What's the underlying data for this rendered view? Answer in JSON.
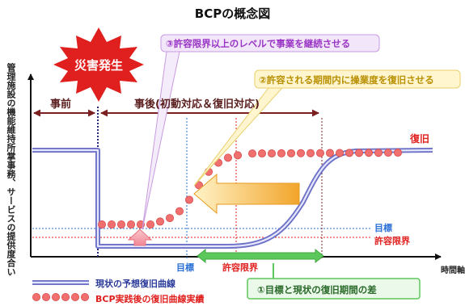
{
  "diagram": {
    "title": "BCPの概念図",
    "burst_label": "災害発生",
    "callout_3": "③許容限界以上のレベルで事業を継続させる",
    "callout_2": "②許容される期間内に操業度を復旧させる",
    "phase_before": "事前",
    "phase_after": "事後(初動対応＆復旧対応)",
    "y_axis_label": "管理施設の機能維持所掌事務、サービスの提供度合い",
    "x_axis_label": "時間軸",
    "recovery_label": "復旧",
    "target_line_label": "目標",
    "tolerance_line_label": "許容限界",
    "target_time_label": "目標",
    "tolerance_time_label": "許容限界",
    "legend_current": "現状の予想復旧曲線",
    "legend_bcp": "BCP実践後の復旧曲線実績",
    "callout_1": "①目標と現状の復旧期間の差",
    "colors": {
      "burst": "#e0201e",
      "callout_3_text": "#9a36c6",
      "callout_2_text": "#c8a000",
      "phase_text": "#7a2020",
      "recovery": "#e0201e",
      "target": "#2a6fd6",
      "tolerance": "#e0201e",
      "curve_current": "#8a8ed6",
      "curve_bcp": "#f07070",
      "gap_arrow": "#5cc85c",
      "callout_1_border": "#5cc85c",
      "callout_1_fill": "#eaf9ea",
      "big_arrow": "#f5b330",
      "up_arrow": "#f4a0a8"
    }
  }
}
